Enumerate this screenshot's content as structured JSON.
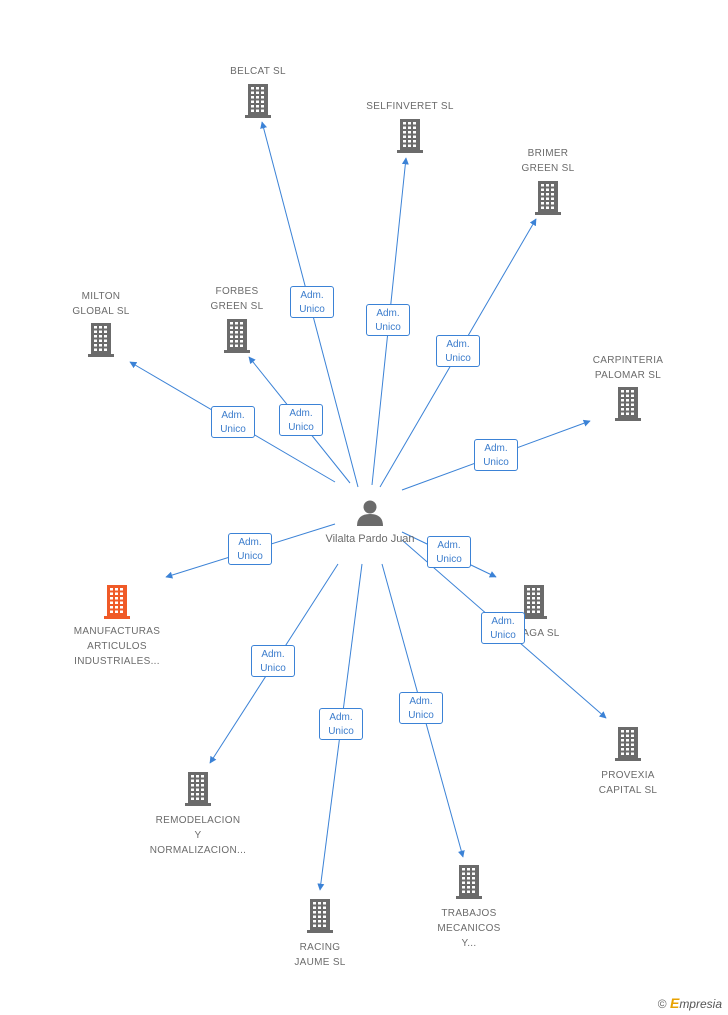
{
  "center": {
    "name_line1": "Vilalta",
    "name_line2": "Pardo Juan"
  },
  "relation_label": {
    "line1": "Adm.",
    "line2": "Unico"
  },
  "colors": {
    "edge": "#3b82d6",
    "building": "#6b6b6b",
    "highlight": "#f05a28",
    "label": "#6b6b6b"
  },
  "nodes": [
    {
      "id": "belcat",
      "lines": [
        "BELCAT SL"
      ],
      "highlight": false
    },
    {
      "id": "selfinveret",
      "lines": [
        "SELFINVERET SL"
      ],
      "highlight": false
    },
    {
      "id": "brimer",
      "lines": [
        "BRIMER",
        "GREEN SL"
      ],
      "highlight": false
    },
    {
      "id": "milton",
      "lines": [
        "MILTON",
        "GLOBAL SL"
      ],
      "highlight": false
    },
    {
      "id": "forbes",
      "lines": [
        "FORBES",
        "GREEN SL"
      ],
      "highlight": false
    },
    {
      "id": "carpinteria",
      "lines": [
        "CARPINTERIA",
        "PALOMAR SL"
      ],
      "highlight": false
    },
    {
      "id": "manufacturas",
      "lines": [
        "MANUFACTURAS",
        "ARTICULOS",
        "INDUSTRIALES..."
      ],
      "highlight": true
    },
    {
      "id": "asaga",
      "lines": [
        "ASAGA SL"
      ],
      "highlight": false
    },
    {
      "id": "provexia",
      "lines": [
        "PROVEXIA",
        "CAPITAL SL"
      ],
      "highlight": false
    },
    {
      "id": "remodelacion",
      "lines": [
        "REMODELACION",
        "Y",
        "NORMALIZACION..."
      ],
      "highlight": false
    },
    {
      "id": "racing",
      "lines": [
        "RACING",
        "JAUME SL"
      ],
      "highlight": false
    },
    {
      "id": "trabajos",
      "lines": [
        "TRABAJOS",
        "MECANICOS",
        "Y..."
      ],
      "highlight": false
    }
  ],
  "footer": {
    "copyright": "©",
    "brand_e": "E",
    "brand_rest": "mpresia"
  }
}
